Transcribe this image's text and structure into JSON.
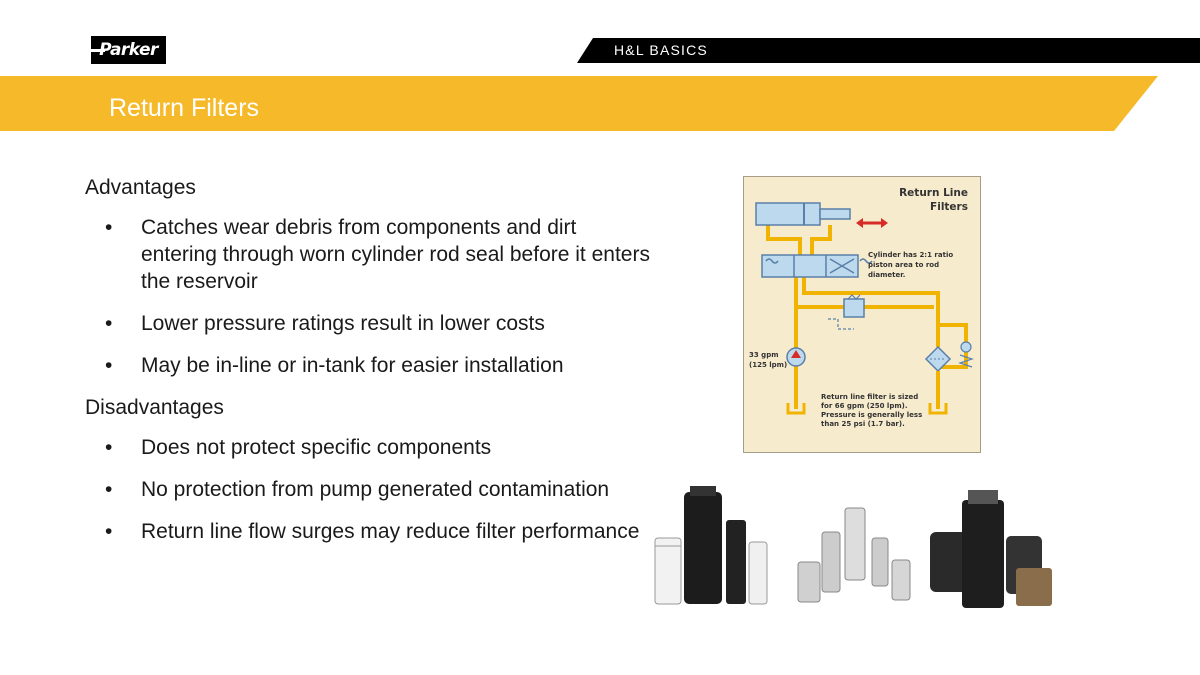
{
  "header": {
    "logo_text": "Parker",
    "section_label": "H&L BASICS",
    "title": "Return Filters"
  },
  "colors": {
    "accent_yellow": "#f6b929",
    "banner_black": "#000000",
    "diagram_bg": "#f7ebce",
    "diagram_line": "#f0b400",
    "arrow_red": "#d62b27",
    "component_blue": "#bcd9ee"
  },
  "content": {
    "advantages_heading": "Advantages",
    "advantages": [
      "Catches wear debris from components and dirt entering through worn cylinder rod seal before it enters the reservoir",
      "Lower pressure ratings result in lower costs",
      "May be in-line or in-tank for easier installation"
    ],
    "disadvantages_heading": "Disadvantages",
    "disadvantages": [
      "Does not protect specific components",
      "No protection from pump generated contamination",
      "Return line flow surges may reduce filter performance"
    ],
    "bullet_glyph": "•"
  },
  "diagram": {
    "title_line1": "Return Line",
    "title_line2": "Filters",
    "cylinder_note": "Cylinder has 2:1 ratio piston area to rod diameter.",
    "flow_line1": "33 gpm",
    "flow_line2": "(125 lpm)",
    "sizing_note": "Return line filter is sized for 66 gpm (250 lpm). Pressure is generally less than 25 psi (1.7 bar)."
  },
  "photos": {
    "icon": "filter-products-photo"
  }
}
